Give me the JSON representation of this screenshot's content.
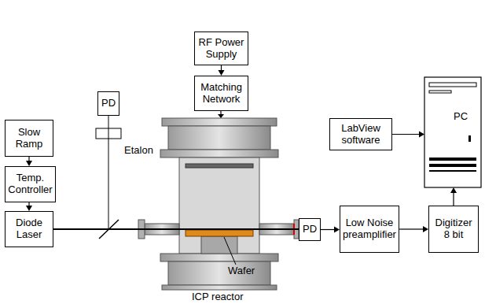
{
  "diagram": {
    "nodes": [
      {
        "text": [
          "Slow Ramp"
        ]
      },
      {
        "text": [
          "Temp. Controller"
        ]
      },
      {
        "text": [
          "Diode Laser"
        ]
      },
      {
        "text": [
          "PD"
        ]
      },
      {
        "text": [
          "RF Power Supply"
        ]
      },
      {
        "text": [
          "Matching Network"
        ]
      },
      {
        "text": [
          "PD"
        ]
      },
      {
        "text": [
          "Low Noise preamplifier"
        ]
      },
      {
        "text": [
          "LabView software"
        ]
      },
      {
        "text": [
          "PC"
        ]
      },
      {
        "text": [
          "Digitizer 8 bit"
        ]
      }
    ],
    "edges": [
      {
        "from": 0,
        "to": 1,
        "arrow": "to"
      },
      {
        "from": 1,
        "to": 2,
        "arrow": "to"
      },
      {
        "from": 4,
        "to": 5,
        "arrow": "to"
      },
      {
        "from": 2,
        "to": 6,
        "arrow": "none"
      },
      {
        "from": 6,
        "to": 7,
        "arrow": "to"
      },
      {
        "from": 7,
        "to": 10,
        "arrow": "to"
      },
      {
        "from": 10,
        "to": 9,
        "arrow": "to"
      },
      {
        "from": 8,
        "to": 9,
        "arrow": "to"
      }
    ],
    "labels": [
      "Etalon",
      "Wafer",
      "ICP reactor"
    ]
  }
}
